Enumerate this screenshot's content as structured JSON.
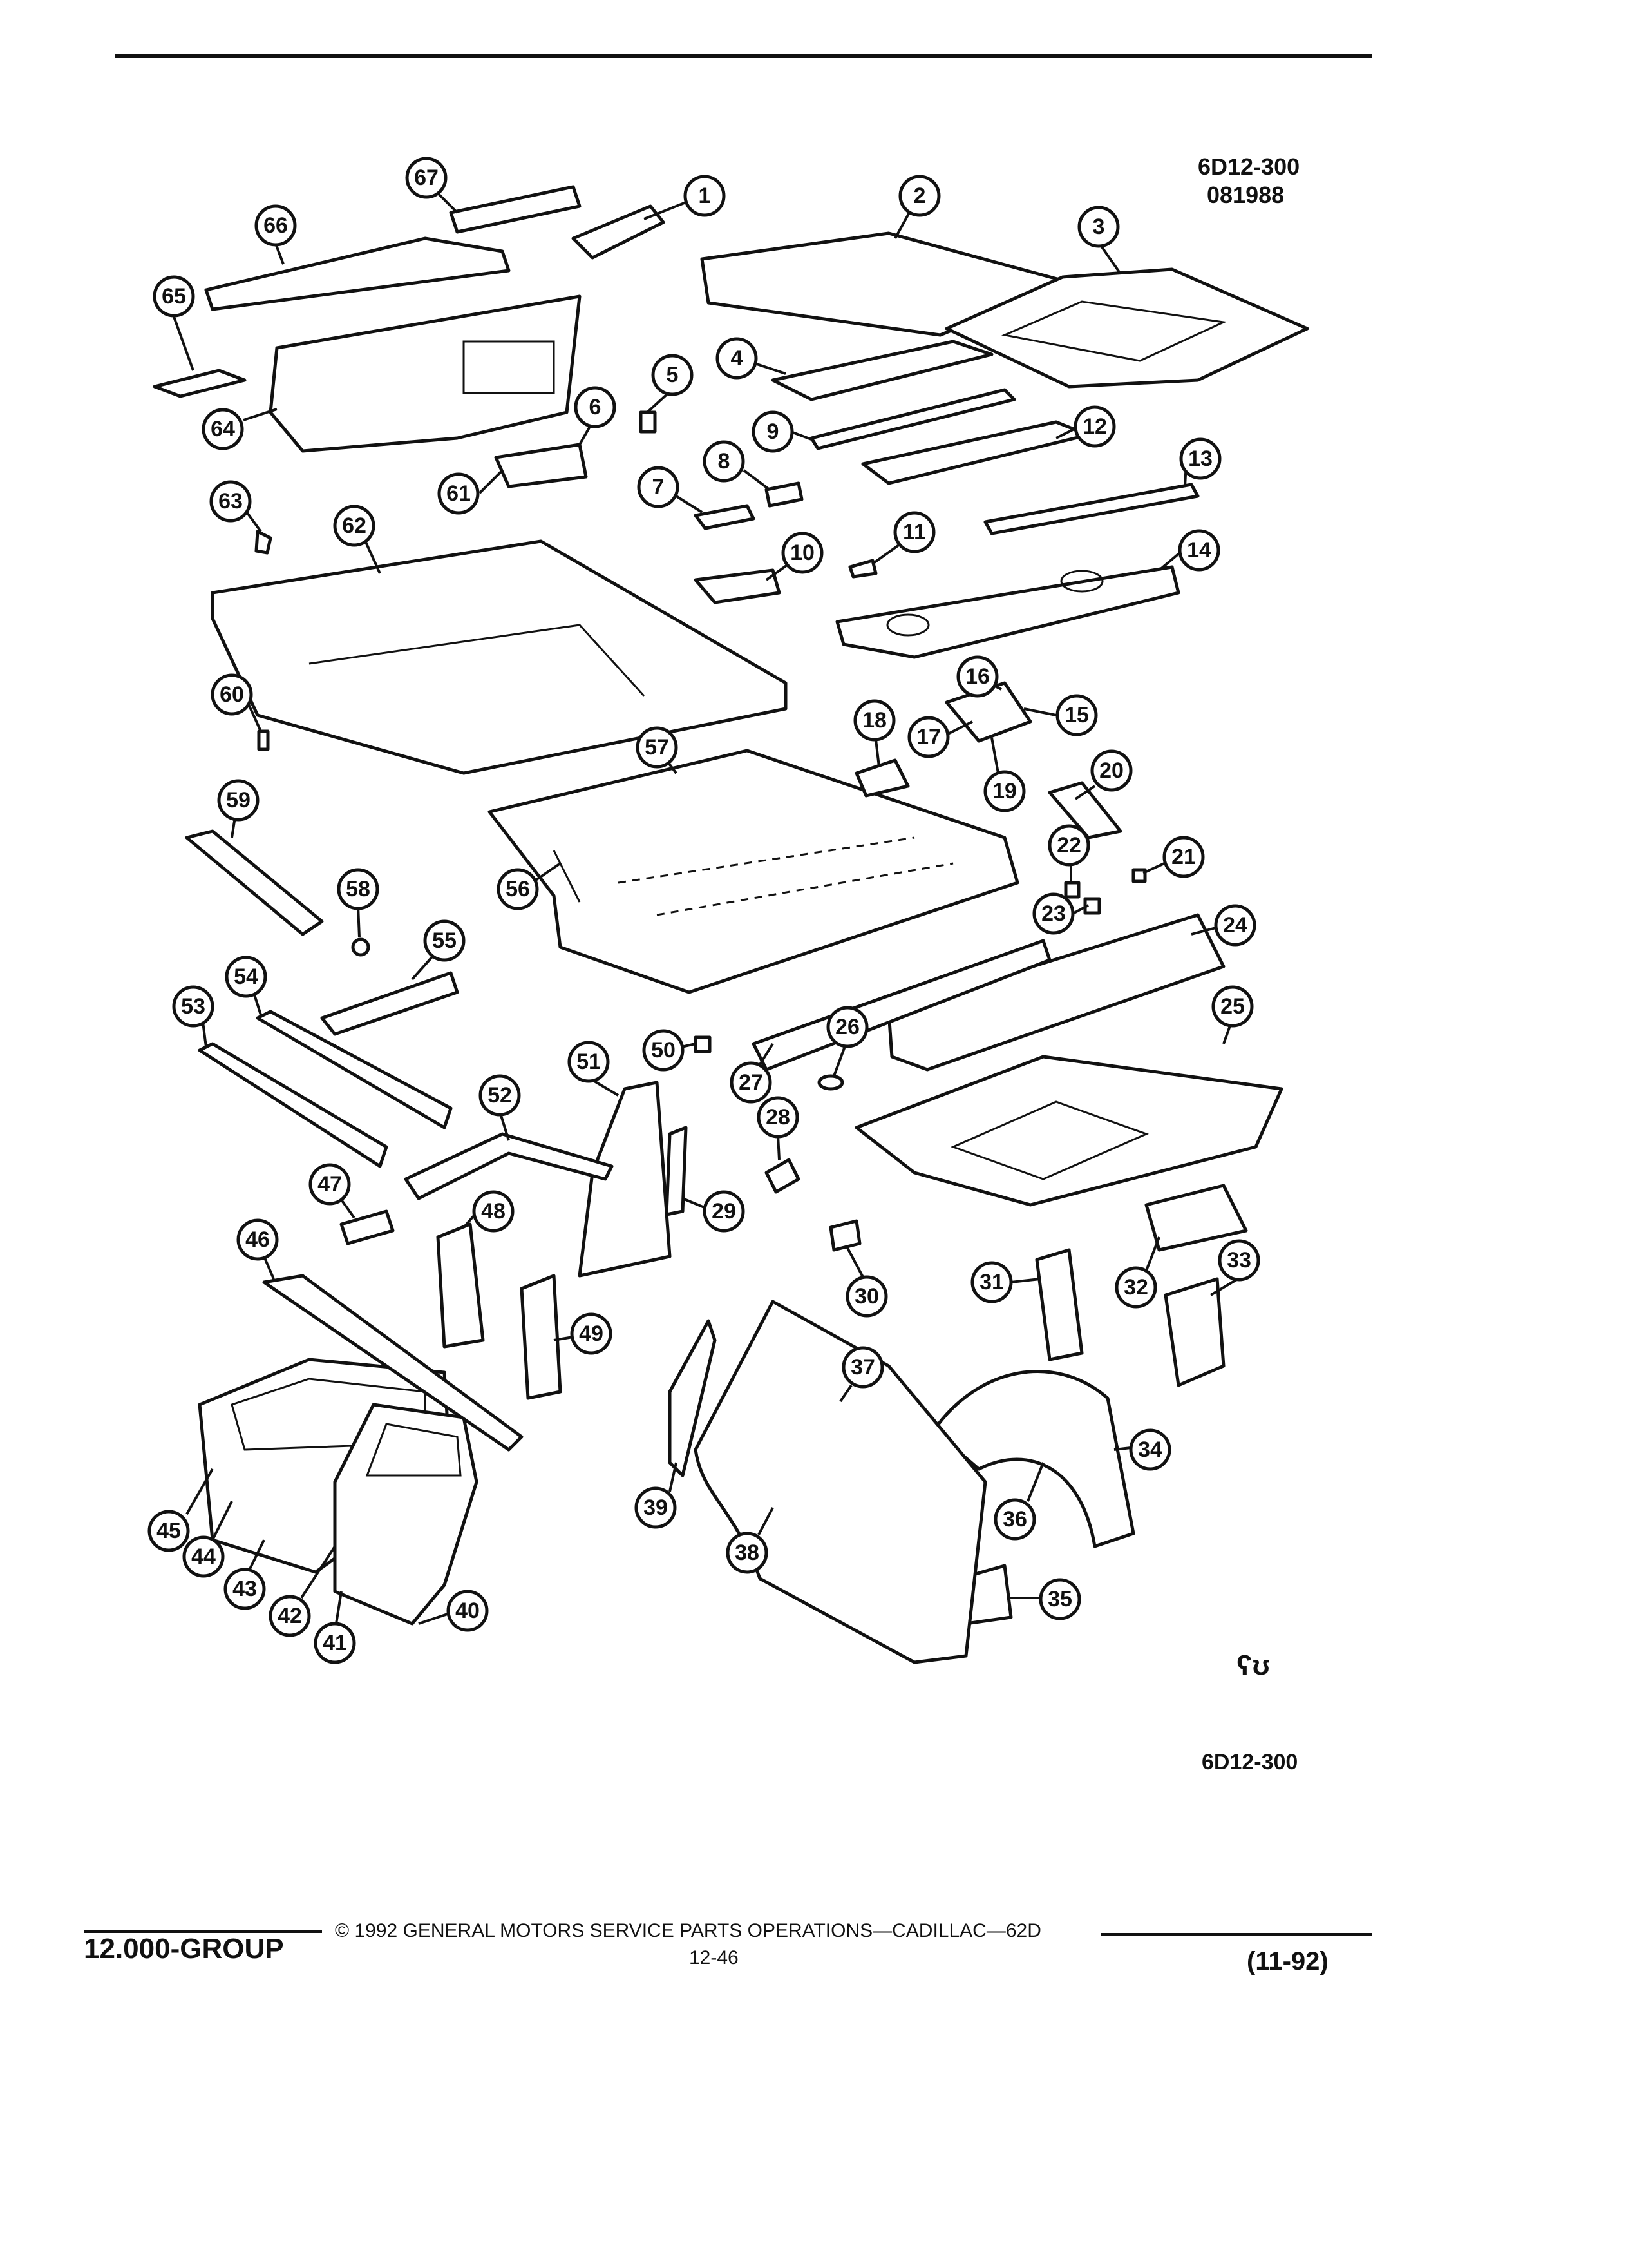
{
  "header": {
    "ref_code": "6D12-300",
    "date_code": "081988"
  },
  "diagram": {
    "callouts": [
      "1",
      "2",
      "3",
      "4",
      "5",
      "6",
      "7",
      "8",
      "9",
      "10",
      "11",
      "12",
      "13",
      "14",
      "15",
      "16",
      "17",
      "18",
      "19",
      "20",
      "21",
      "22",
      "23",
      "24",
      "25",
      "26",
      "27",
      "28",
      "29",
      "30",
      "31",
      "32",
      "33",
      "34",
      "35",
      "36",
      "37",
      "38",
      "39",
      "40",
      "41",
      "42",
      "43",
      "44",
      "45",
      "46",
      "47",
      "48",
      "49",
      "50",
      "51",
      "52",
      "53",
      "54",
      "55",
      "56",
      "57",
      "58",
      "59",
      "60",
      "61",
      "62",
      "63",
      "64",
      "65",
      "66",
      "67"
    ]
  },
  "symbol": "ʕʊ",
  "figure_label": "6D12-300",
  "footer": {
    "group": "12.000-GROUP",
    "copyright": "© 1992 GENERAL MOTORS SERVICE PARTS OPERATIONS—CADILLAC—62D",
    "page": "12-46",
    "edition": "(11-92)"
  }
}
